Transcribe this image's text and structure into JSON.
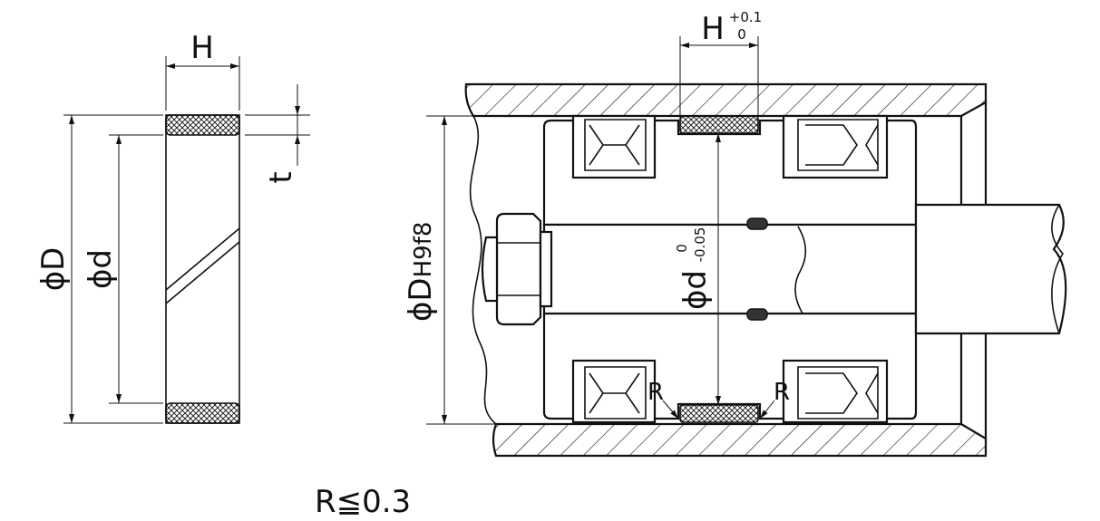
{
  "labels": {
    "ring_width": "H",
    "ring_thickness": "t",
    "ring_outer_dia": "ϕD",
    "ring_inner_dia": "ϕd",
    "groove_width": "H",
    "groove_width_upper_tol": "+0.1",
    "groove_width_lower_tol": "0",
    "bore_dia_symbol": "ϕD",
    "bore_dia_fit": "H9f8",
    "groove_dia": "ϕd",
    "groove_dia_upper_tol": "0",
    "groove_dia_lower_tol": "-0.05",
    "radius_left": "R",
    "radius_right": "R",
    "radius_note": "R≦0.3"
  }
}
